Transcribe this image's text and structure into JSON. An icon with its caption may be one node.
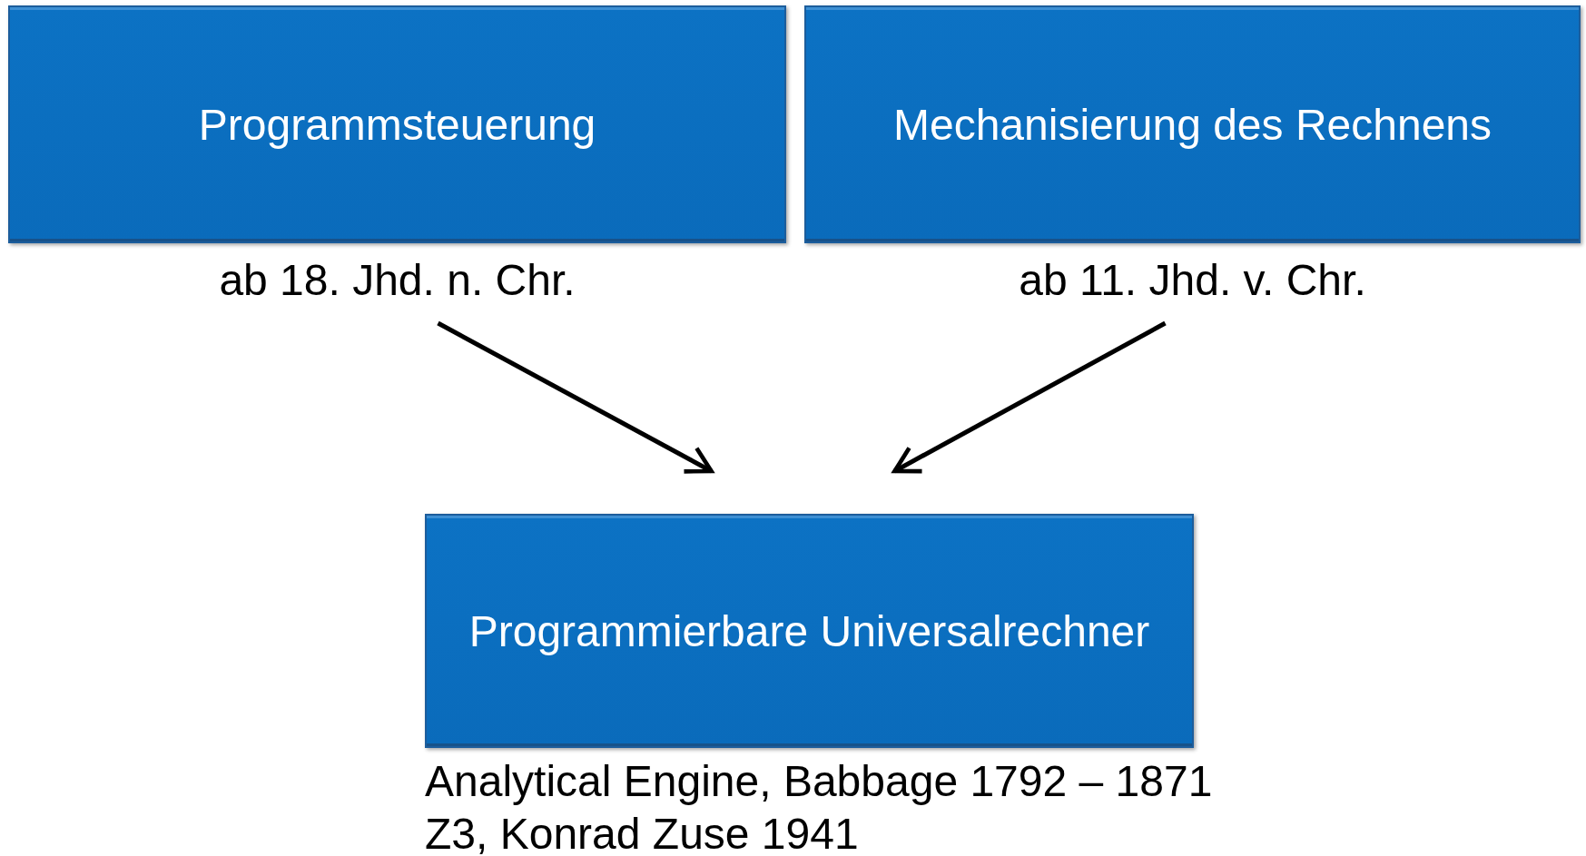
{
  "diagram": {
    "nodes": [
      {
        "text": [
          "Programmsteuerung"
        ],
        "beside": [
          "ab 18. Jhd. n. Chr."
        ]
      },
      {
        "text": [
          "Mechanisierung des Rechnens"
        ],
        "beside": [
          "ab 11. Jhd. v. Chr."
        ]
      },
      {
        "text": [
          "Programmierbare Universalrechner"
        ],
        "beside": [
          "Analytical Engine, Babbage 1792 – 1871",
          "Z3, Konrad Zuse 1941"
        ]
      }
    ],
    "edges": [
      {
        "from": 0,
        "to": 2,
        "arrow": "to"
      },
      {
        "from": 1,
        "to": 2,
        "arrow": "to"
      }
    ]
  }
}
